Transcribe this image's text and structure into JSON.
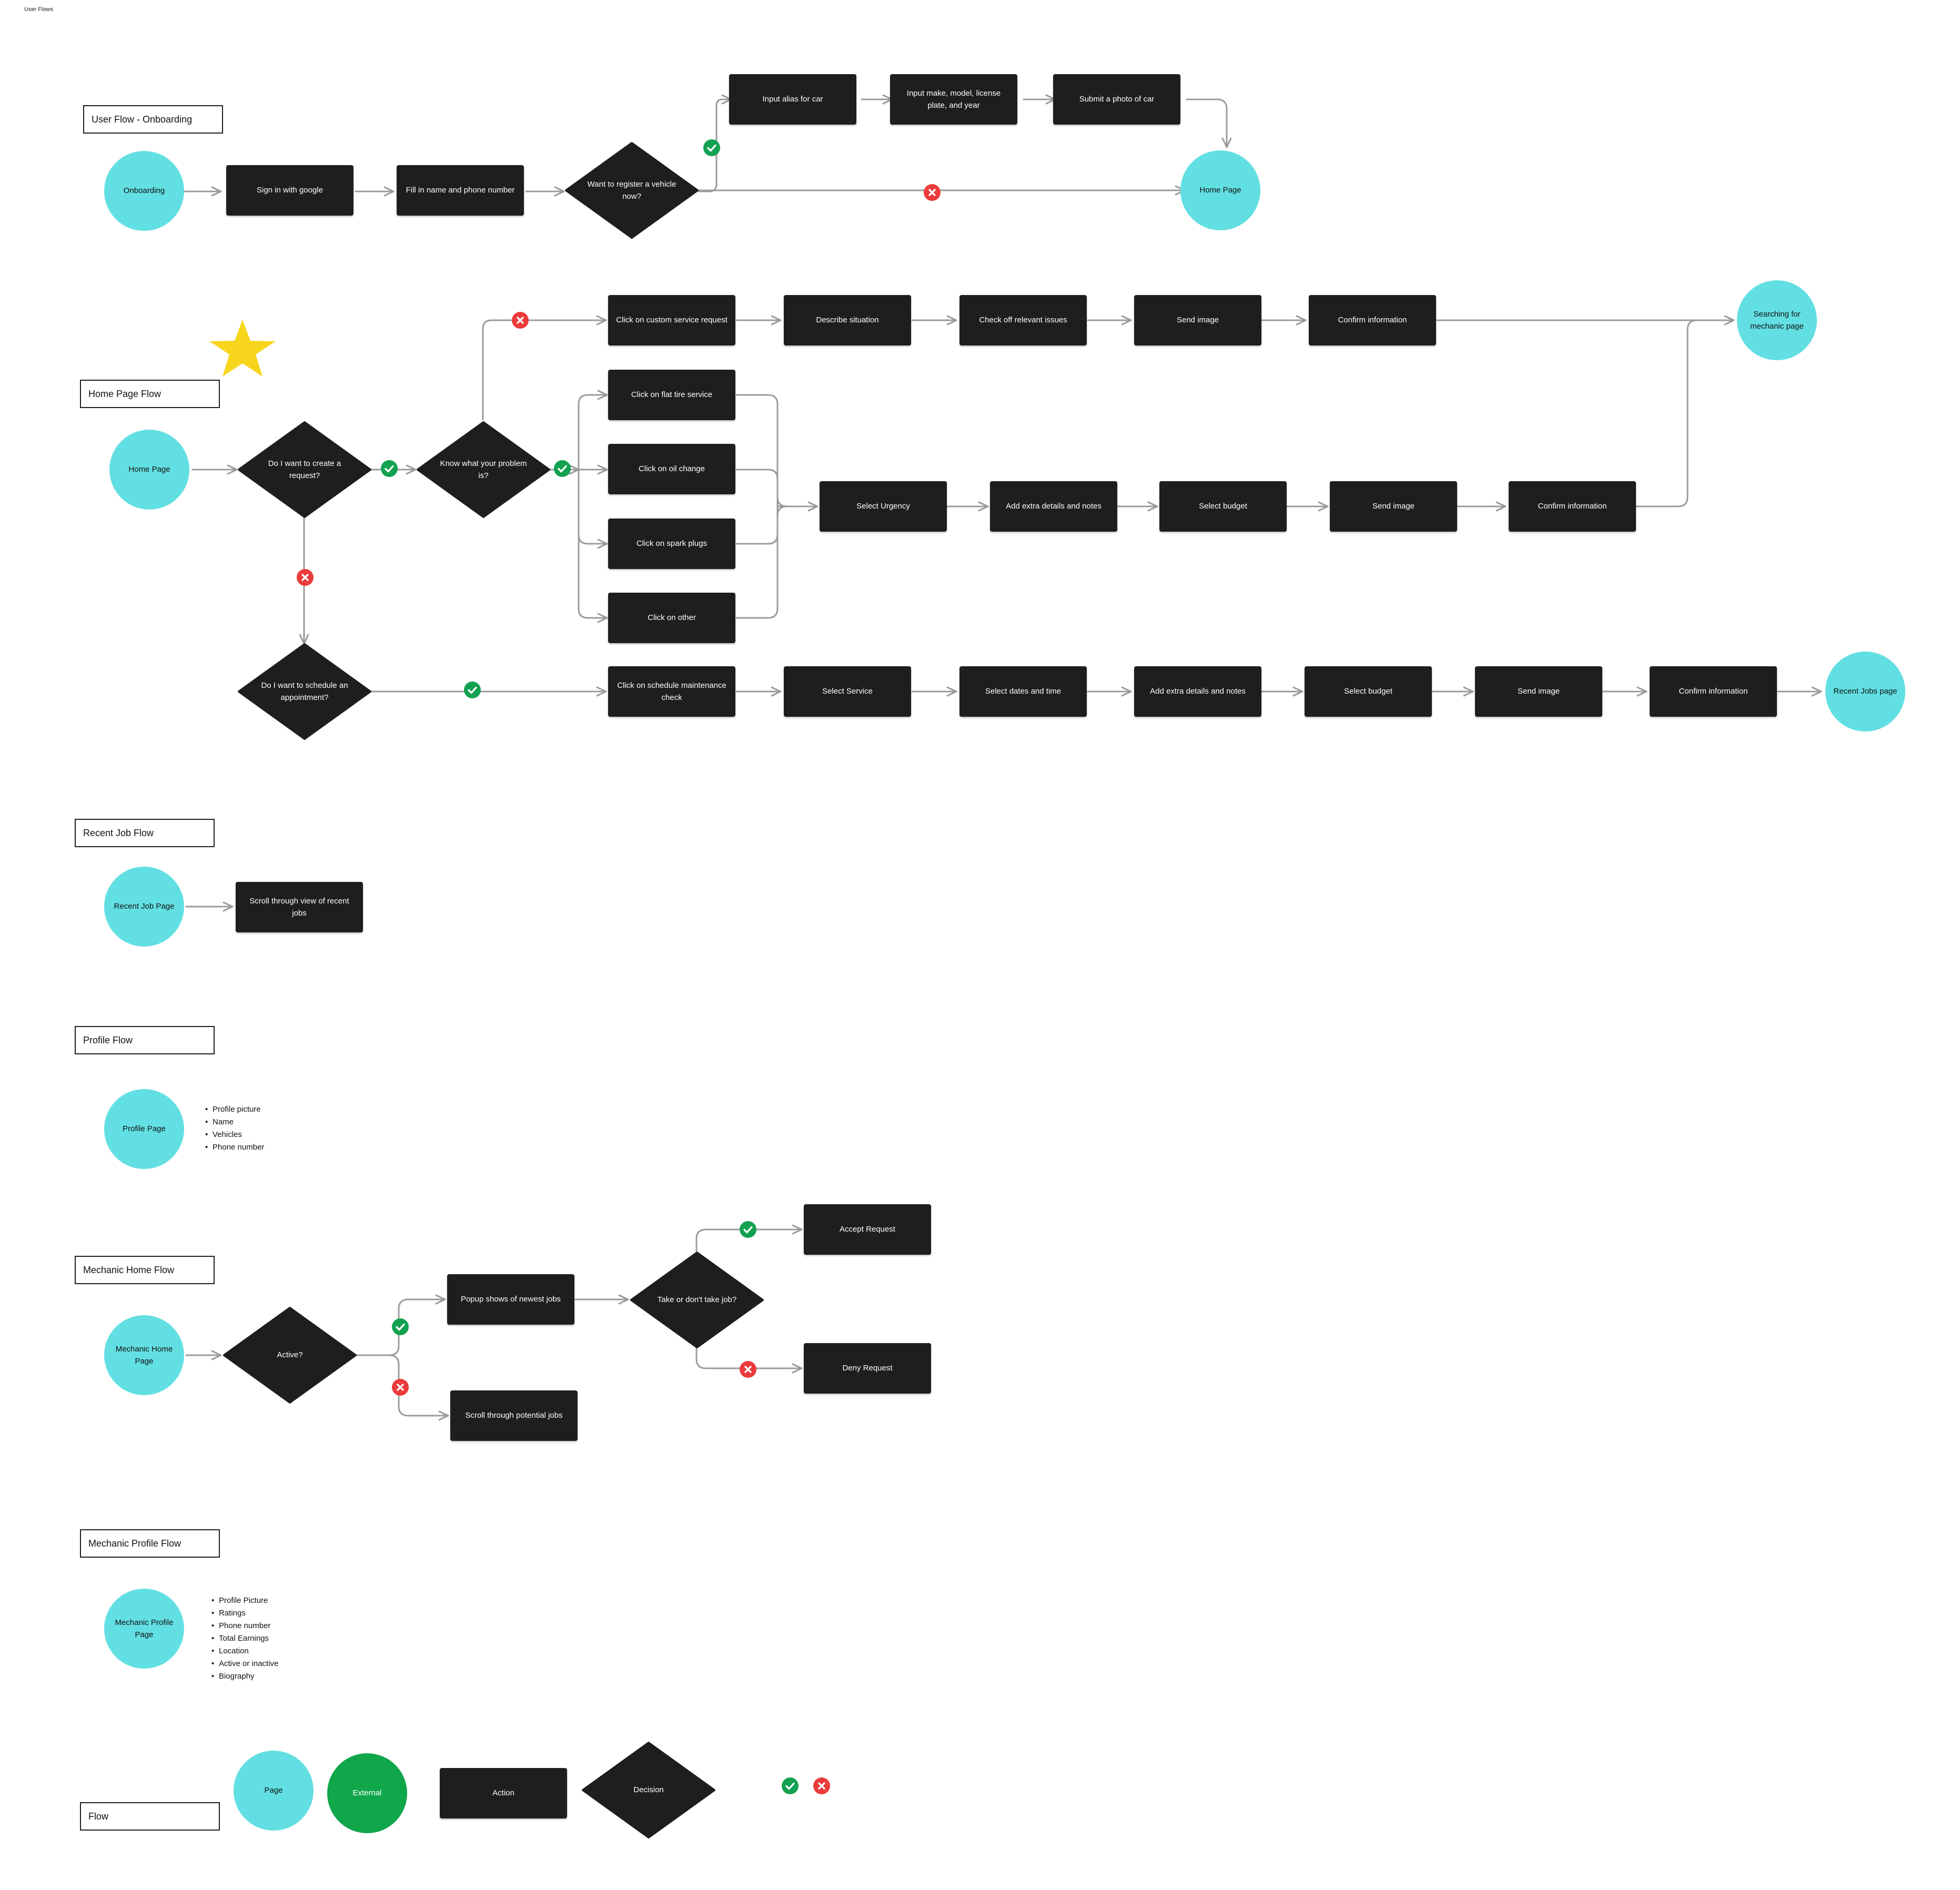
{
  "page_label": "User Flows",
  "colors": {
    "page": "#62dfe2",
    "external": "#10a64a",
    "action": "#1e1e1e",
    "decision": "#1e1e1e",
    "yes_badge": "#12a150",
    "no_badge": "#ec3b3b",
    "connector": "#9b9b9b",
    "star": "#f7d51d"
  },
  "icons": {
    "yes": "check-circle-icon",
    "no": "x-circle-icon",
    "star": "star-icon"
  },
  "onboarding": {
    "title": "User Flow - Onboarding",
    "start": "Onboarding",
    "sign_in": "Sign in with google",
    "fill_name": "Fill in name and phone number",
    "register_q": "Want to register a vehicle now?",
    "alias": "Input alias for car",
    "make": "Input make, model, license plate, and year",
    "photo": "Submit a photo of car",
    "home": "Home Page"
  },
  "home_flow": {
    "title": "Home Page Flow",
    "start": "Home Page",
    "create_q": "Do I want to create a request?",
    "know_q": "Know what your problem is?",
    "custom": "Click on custom service request",
    "describe": "Describe situation",
    "check_issues": "Check off relevant issues",
    "send_image_1": "Send image",
    "confirm_1": "Confirm information",
    "searching": "Searching for mechanic page",
    "flat_tire": "Click on flat tire service",
    "oil": "Click on oil change",
    "spark": "Click on spark plugs",
    "other": "Click on other",
    "urgency": "Select Urgency",
    "extra_1": "Add extra details and notes",
    "budget_1": "Select budget",
    "send_image_2": "Send image",
    "confirm_2": "Confirm information",
    "schedule_q": "Do I want to schedule an appointment?",
    "schedule_click": "Click on schedule maintenance check",
    "select_service": "Select Service",
    "dates": "Select dates and time",
    "extra_2": "Add extra details and notes",
    "budget_2": "Select budget",
    "send_image_3": "Send image",
    "confirm_3": "Confirm information",
    "recent_jobs": "Recent Jobs page"
  },
  "recent_job_flow": {
    "title": "Recent Job Flow",
    "start": "Recent Job Page",
    "scroll": "Scroll through view of recent jobs"
  },
  "profile_flow": {
    "title": "Profile Flow",
    "start": "Profile Page",
    "items": [
      "Profile picture",
      "Name",
      "Vehicles",
      "Phone number"
    ]
  },
  "mechanic_home_flow": {
    "title": "Mechanic Home Flow",
    "start": "Mechanic Home Page",
    "active_q": "Active?",
    "popup": "Popup shows of newest jobs",
    "scroll": "Scroll through potential jobs",
    "take_q": "Take or don't take job?",
    "accept": "Accept Request",
    "deny": "Deny Request"
  },
  "mechanic_profile_flow": {
    "title": "Mechanic Profile Flow",
    "start": "Mechanic Profile Page",
    "items": [
      "Profile Picture",
      "Ratings",
      "Phone number",
      "Total Earnings",
      "Location",
      "Active or inactive",
      "Biography"
    ]
  },
  "legend": {
    "title": "Flow",
    "page": "Page",
    "external": "External",
    "action": "Action",
    "decision": "Decision"
  }
}
